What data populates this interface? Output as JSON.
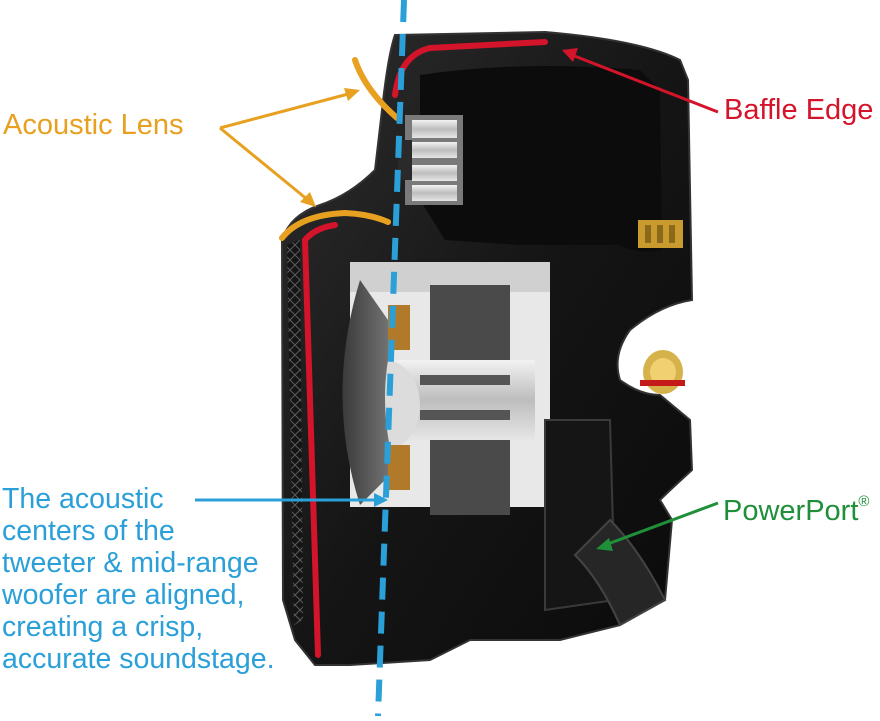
{
  "labels": {
    "acoustic_lens": "Acoustic Lens",
    "baffle_edge": "Baffle Edge",
    "powerport": "PowerPort",
    "powerport_mark": "®",
    "centers_lines": [
      "The acoustic",
      "centers of the",
      "tweeter & mid-range",
      "woofer are aligned,",
      "creating a crisp,",
      "accurate soundstage."
    ]
  },
  "colors": {
    "lens_orange": "#e8a020",
    "baffle_red": "#d4142a",
    "axis_blue": "#2a9fd8",
    "port_green": "#1f8f3a",
    "cabinet": "#1a1a1a"
  }
}
